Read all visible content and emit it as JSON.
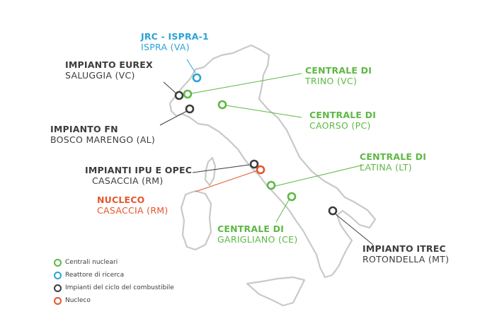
{
  "colors": {
    "nuclear": "#5db844",
    "research": "#2aa3d6",
    "fuel_cycle": "#3c3c3c",
    "nucleco": "#e4562b",
    "land": "#ffffff",
    "border": "#c9c9c9"
  },
  "labels": {
    "ispra": {
      "title": "JRC - ISPRA-1",
      "sub": "ISPRA (VA)"
    },
    "eurex": {
      "title": "IMPIANTO EUREX",
      "sub": "SALUGGIA (VC)"
    },
    "fn": {
      "title": "IMPIANTO FN",
      "sub": "BOSCO MARENGO (AL)"
    },
    "ipu": {
      "title": "IMPIANTI IPU E OPEC",
      "sub": "CASACCIA (RM)"
    },
    "nucleco": {
      "title": "NUCLECO",
      "sub": "CASACCIA (RM)"
    },
    "trino": {
      "title": "CENTRALE DI",
      "sub": "TRINO (VC)"
    },
    "caorso": {
      "title": "CENTRALE DI",
      "sub": "CAORSO (PC)"
    },
    "latina": {
      "title": "CENTRALE DI",
      "sub": "LATINA (LT)"
    },
    "garigliano": {
      "title": "CENTRALE DI",
      "sub": "GARIGLIANO (CE)"
    },
    "itrec": {
      "title": "IMPIANTO ITREC",
      "sub": "ROTONDELLA (MT)"
    }
  },
  "legend": [
    {
      "text": "Centrali nucleari",
      "color": "#5db844"
    },
    {
      "text": "Reattore di ricerca",
      "color": "#2aa3d6"
    },
    {
      "text": "Impianti del ciclo del combustibile",
      "color": "#3c3c3c"
    },
    {
      "text": "Nucleco",
      "color": "#e4562b"
    }
  ]
}
